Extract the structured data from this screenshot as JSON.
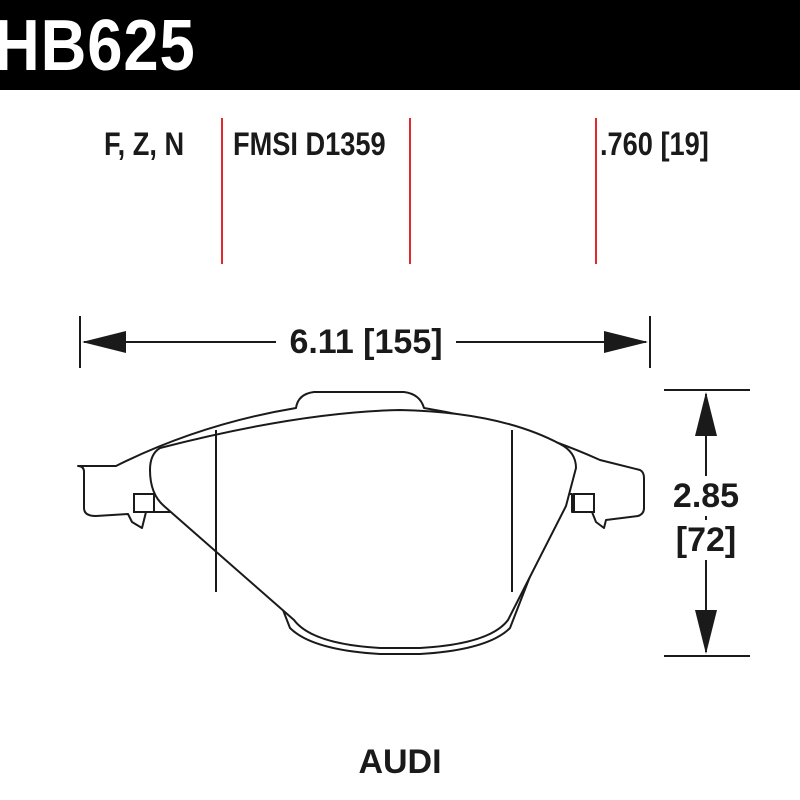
{
  "header": {
    "part_number": "HB625"
  },
  "specs": {
    "compounds": "F, Z, N",
    "fmsi": "FMSI D1359",
    "thickness": ".760 [19]"
  },
  "dimensions": {
    "width": "6.11 [155]",
    "height_in": "2.85",
    "height_mm": "[72]"
  },
  "vehicle": "AUDI",
  "colors": {
    "header_bg": "#000000",
    "header_text": "#ffffff",
    "marker_line": "#e0282e",
    "outline": "#1a1a1a"
  }
}
